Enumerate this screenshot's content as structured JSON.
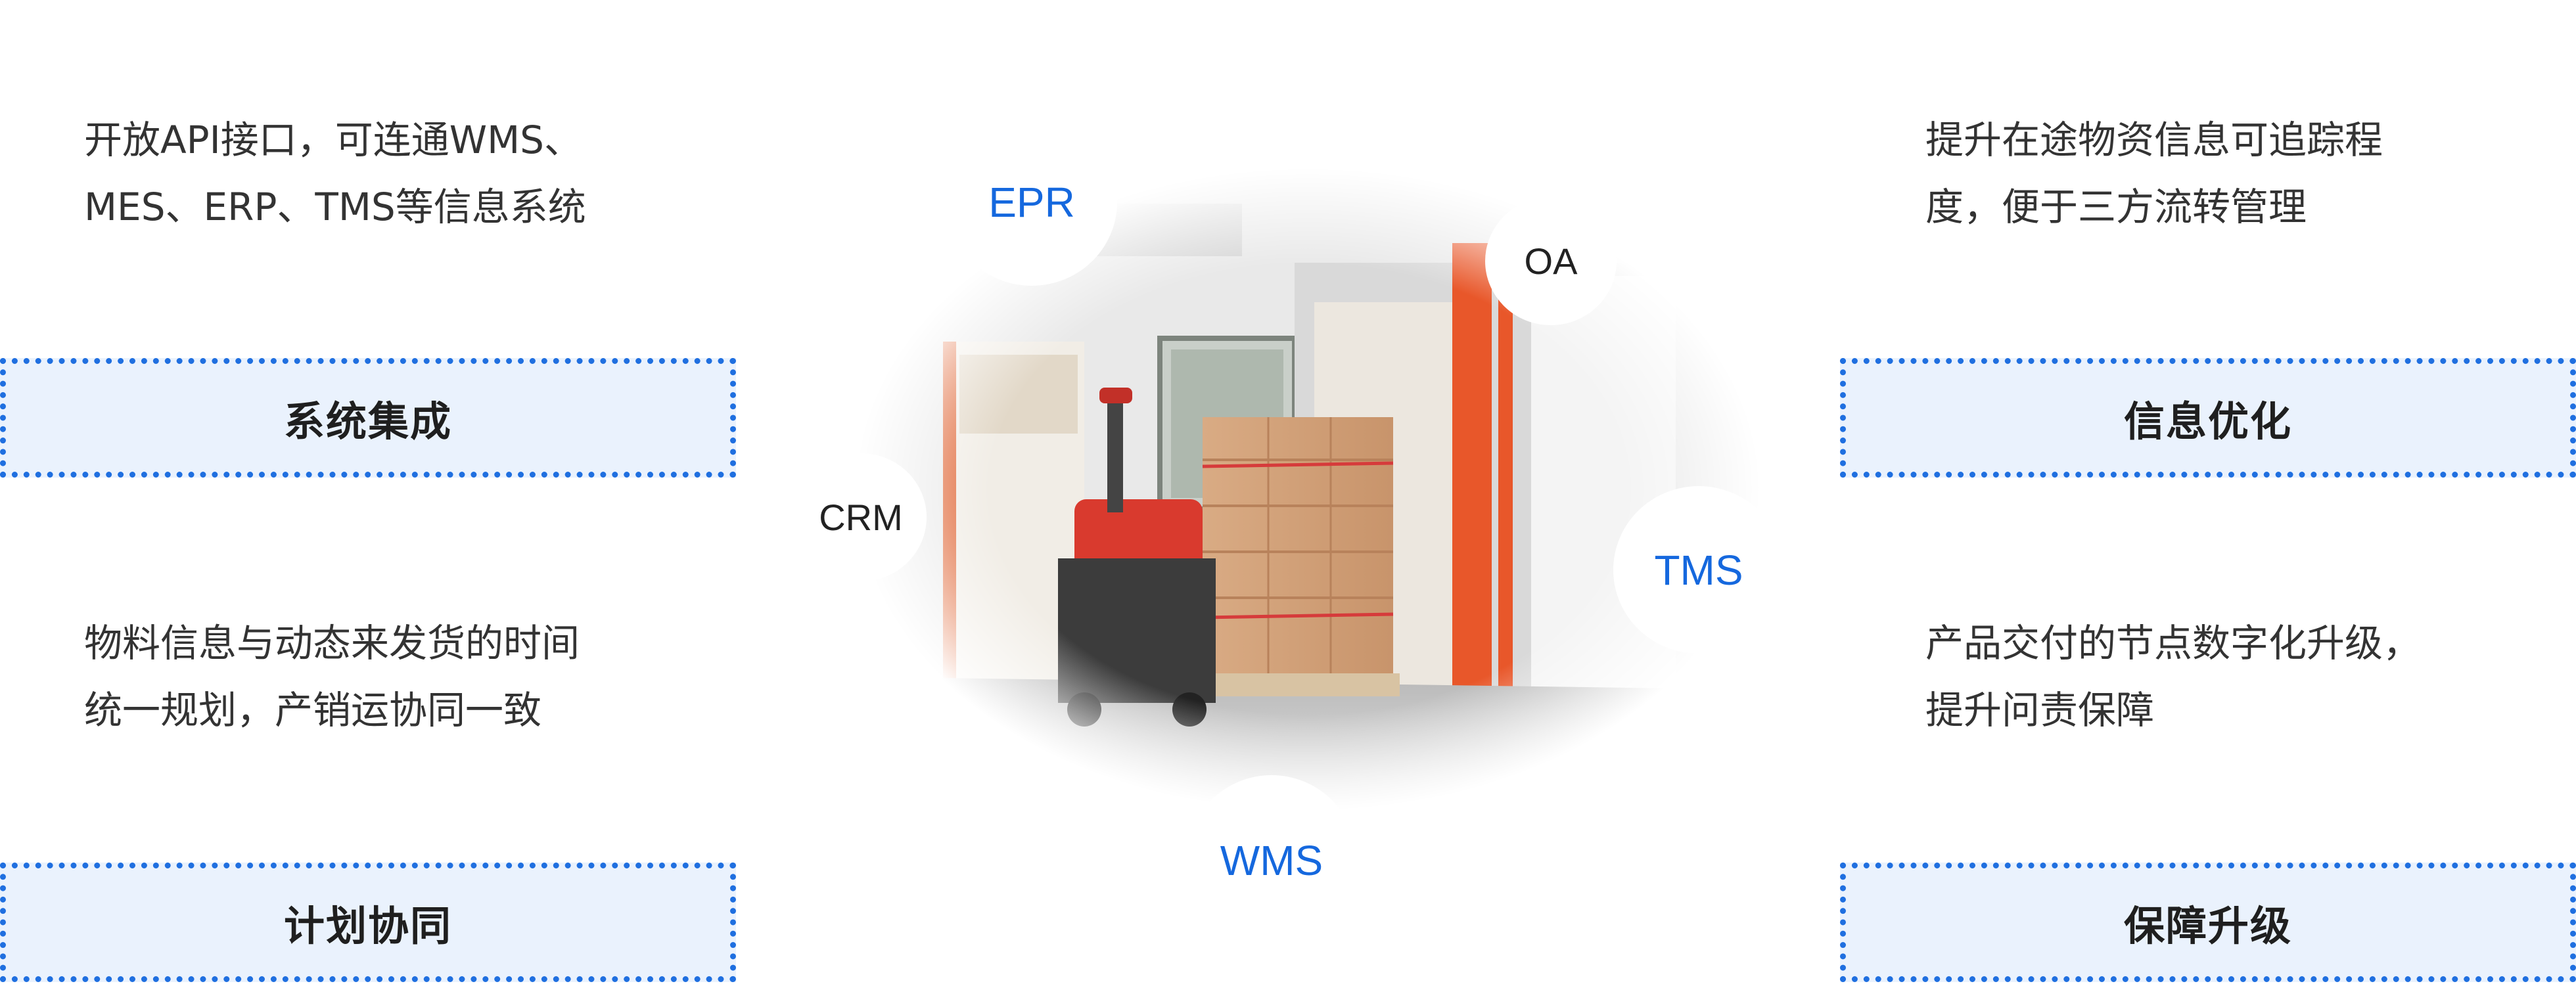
{
  "features": {
    "top_left": {
      "desc_lines": [
        "开放API接口，可连通WMS、",
        "MES、ERP、TMS等信息系统"
      ],
      "title": "系统集成"
    },
    "bottom_left": {
      "desc_lines": [
        "物料信息与动态来发货的时间",
        "统一规划，产销运协同一致"
      ],
      "title": "计划协同"
    },
    "top_right": {
      "desc_lines": [
        "提升在途物资信息可追踪程",
        "度，便于三方流转管理"
      ],
      "title": "信息优化"
    },
    "bottom_right": {
      "desc_lines": [
        "产品交付的节点数字化升级，",
        "提升问责保障"
      ],
      "title": "保障升级"
    }
  },
  "systems": {
    "epr": "EPR",
    "oa": "OA",
    "crm": "CRM",
    "tms": "TMS",
    "wms": "WMS"
  },
  "colors": {
    "accent": "#1568de",
    "box_fill": "#eaf2fd",
    "box_border": "#1f6fe0",
    "truck_orange": "#e8572a"
  },
  "image": {
    "subject": "logistics-loading-photo",
    "icon": "truck-loading-image"
  }
}
